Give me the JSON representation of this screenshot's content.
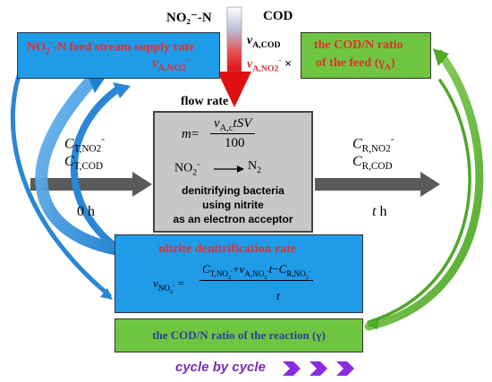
{
  "header": {
    "no2_label": "NO₂⁻-N",
    "cod_label": "COD",
    "v_acod": "v",
    "v_acod_sub": "A,COD",
    "v_ano2": "v",
    "v_ano2_sub": "A,NO2",
    "v_ano2_sup": "-",
    "times": "×",
    "flow_rate": "flow rate"
  },
  "feed_box": {
    "title_prefix": "NO",
    "title_sub": "2",
    "title_sup": "-",
    "title_rest": "-N feed stream supply rate",
    "symbol": "v",
    "symbol_sub": "A,NO2",
    "symbol_sup": "-"
  },
  "ratio_feed_box": {
    "line1": "the COD/N ratio",
    "line2": "of the feed (γ",
    "line2_sub": "A",
    "line2_end": ")"
  },
  "center_box": {
    "m_eq_left": "m",
    "m_eq_sign": "=",
    "m_num": "v",
    "m_num_sub": "A,c",
    "m_num_rest": "tSV",
    "m_den": "100",
    "reaction_left": "NO",
    "reaction_left_sub": "2",
    "reaction_left_sup": "-",
    "reaction_right": "N",
    "reaction_right_sub": "2",
    "label_line1": "denitrifying bacteria",
    "label_line2": "using nitrite",
    "label_line3": "as an electron acceptor"
  },
  "left_labels": {
    "c_no2": "C",
    "c_no2_sub": "T,NO2",
    "c_no2_sup": "-",
    "c_cod": "C",
    "c_cod_sub": "T,COD",
    "time": "0 h"
  },
  "right_labels": {
    "c_no2": "C",
    "c_no2_sub": "R,NO2",
    "c_no2_sup": "-",
    "c_cod": "C",
    "c_cod_sub": "R,COD",
    "time_var": "t",
    "time_unit": " h"
  },
  "rate_box": {
    "title": "nitrite denitrification rate",
    "lhs": "v",
    "lhs_sub": "NO",
    "lhs_sub2": "2",
    "lhs_sup": "-",
    "eq": "=",
    "num_c1": "C",
    "num_c1_sub": "T,NO",
    "num_c1_sub2": "2",
    "num_c1_sup": "-",
    "num_plus": "+",
    "num_v": "v",
    "num_v_sub": "A,NO",
    "num_v_sub2": "2",
    "num_v_sup": "-",
    "num_t": "t",
    "num_minus": "−",
    "num_c2": "C",
    "num_c2_sub": "R,NO",
    "num_c2_sub2": "2",
    "num_c2_sup": "-",
    "den": "t"
  },
  "ratio_reaction_box": {
    "label": "the COD/N ratio of the reaction (γ)"
  },
  "footer": {
    "label": "cycle by cycle"
  },
  "colors": {
    "blue_box": "#1f9be8",
    "green_box": "#6ec640",
    "gray_box": "#c7c7c7",
    "title_red": "#e03030",
    "purple": "#7a2bb8",
    "arrow_gray": "#5a5a5a"
  }
}
